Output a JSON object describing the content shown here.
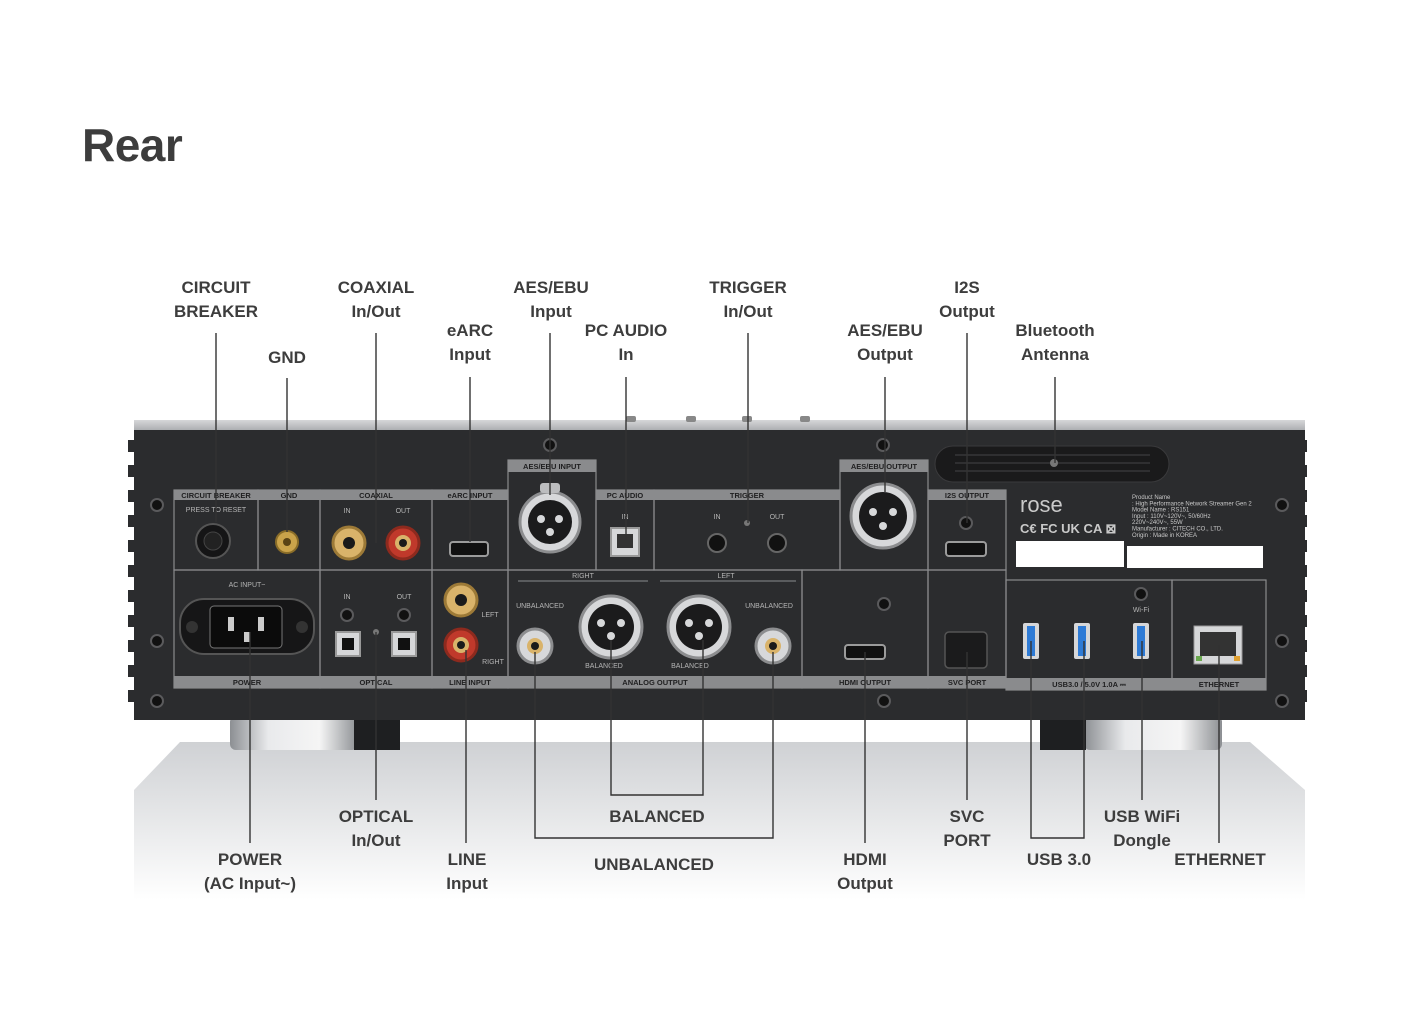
{
  "title": "Rear",
  "callouts_top": [
    {
      "id": "circuit-breaker",
      "lines": [
        "CIRCUIT",
        "BREAKER"
      ]
    },
    {
      "id": "gnd",
      "lines": [
        "GND"
      ]
    },
    {
      "id": "coaxial",
      "lines": [
        "COAXIAL",
        "In/Out"
      ]
    },
    {
      "id": "earc",
      "lines": [
        "eARC",
        "Input"
      ]
    },
    {
      "id": "aes-ebu-input",
      "lines": [
        "AES/EBU",
        "Input"
      ]
    },
    {
      "id": "pc-audio",
      "lines": [
        "PC AUDIO",
        "In"
      ]
    },
    {
      "id": "trigger",
      "lines": [
        "TRIGGER",
        "In/Out"
      ]
    },
    {
      "id": "aes-ebu-output",
      "lines": [
        "AES/EBU",
        "Output"
      ]
    },
    {
      "id": "i2s",
      "lines": [
        "I2S",
        "Output"
      ]
    },
    {
      "id": "bluetooth",
      "lines": [
        "Bluetooth",
        "Antenna"
      ]
    }
  ],
  "callouts_bottom": [
    {
      "id": "power",
      "lines": [
        "POWER",
        "(AC Input~)"
      ]
    },
    {
      "id": "optical",
      "lines": [
        "OPTICAL",
        "In/Out"
      ]
    },
    {
      "id": "line",
      "lines": [
        "LINE",
        "Input"
      ]
    },
    {
      "id": "balanced",
      "lines": [
        "BALANCED"
      ]
    },
    {
      "id": "unbalanced",
      "lines": [
        "UNBALANCED"
      ]
    },
    {
      "id": "hdmi",
      "lines": [
        "HDMI",
        "Output"
      ]
    },
    {
      "id": "svc",
      "lines": [
        "SVC",
        "PORT"
      ]
    },
    {
      "id": "usb3",
      "lines": [
        "USB 3.0"
      ]
    },
    {
      "id": "usb-wifi",
      "lines": [
        "USB WiFi",
        "Dongle"
      ]
    },
    {
      "id": "ethernet",
      "lines": [
        "ETHERNET"
      ]
    }
  ],
  "panel": {
    "circuit_breaker": "CIRCUIT BREAKER",
    "press_to_reset": "PRESS TO RESET",
    "gnd": "GND",
    "coaxial": "COAXIAL",
    "in": "IN",
    "out": "OUT",
    "earc_input": "eARC INPUT",
    "aes_ebu_input": "AES/EBU INPUT",
    "pc_audio": "PC AUDIO",
    "trigger": "TRIGGER",
    "aes_ebu_output": "AES/EBU OUTPUT",
    "i2s_output": "I2S OUTPUT",
    "ac_input": "AC INPUT~",
    "power": "POWER",
    "optical": "OPTICAL",
    "left": "LEFT",
    "right_upper": "RIGHT",
    "right_mixed": "Right",
    "line_input": "LINE INPUT",
    "unbalanced": "UNBALANCED",
    "balanced": "BALANCED",
    "analog_output": "ANALOG OUTPUT",
    "hdmi_output": "HDMI OUTPUT",
    "svc_port": "SVC PORT",
    "wifi": "Wi-Fi",
    "usb_rating": "USB3.0 / 5.0V 1.0A ⎓",
    "ethernet": "ETHERNET",
    "brand": "rose",
    "cert_marks": "C€ FC UK CA ⊠",
    "spec_lines": [
      "Product Name",
      ": High Performance Network Streamer Gen 2",
      "Model Name : RS151",
      "Input : 110V~120V~, 50/60Hz",
      "220V~240V~, 55W",
      "Manufacturer : CITECH CO., LTD.",
      "Origin : Made in KOREA"
    ]
  },
  "colors": {
    "panel": "#2b2c2e",
    "silkscreen": "#b5b5b5",
    "callout_text": "#3d3d3d",
    "leader": "#333333",
    "rca_red": "#c0392b",
    "usb_blue": "#2e7bd6"
  }
}
